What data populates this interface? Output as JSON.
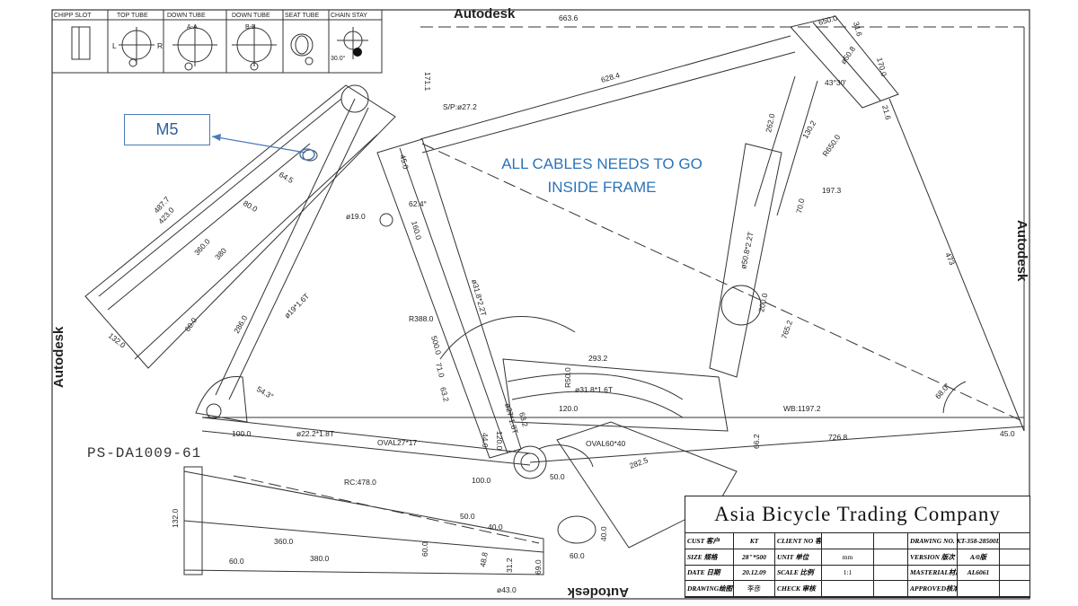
{
  "watermark": "Autodesk",
  "callout": {
    "label": "M5"
  },
  "note": {
    "line1": "ALL CABLES NEEDS TO GO",
    "line2": "INSIDE FRAME"
  },
  "part_number": "PS-DA1009-61",
  "header_sections": [
    "CHIPP SLOT",
    "TOP TUBE",
    "DOWN TUBE",
    "DOWN TUBE",
    "SEAT TUBE",
    "CHAIN STAY"
  ],
  "section_marks": {
    "a": "A-A",
    "b": "B-B",
    "l": "L",
    "r": "R",
    "ang30": "30.0°"
  },
  "dimensions": {
    "d663": "663.6",
    "d628": "628.4",
    "d171": "171.1",
    "sp": "S/P:ø27.2",
    "d4877": "487.7",
    "d423": "423.0",
    "d360": "360.0",
    "d380": "380",
    "d645": "64.5",
    "d800": "80.0",
    "d419": "ø19.0",
    "d624": "62.4°",
    "d160": "160.0",
    "d450": "45.0",
    "d19": "ø19*1.6T",
    "d286": "286.0",
    "d600": "60.0",
    "d1320": "132.0",
    "d543": "54.3°",
    "r388": "R388.0",
    "d500": "500.0",
    "d710": "71.0",
    "d632": "63.2",
    "d318": "ø31.8*2.2T",
    "d2932": "293.2",
    "r50": "R50.0",
    "d318b": "ø31.8*1.6T",
    "d1200": "120.0",
    "d1200b": "120.0",
    "d440": "44.0",
    "d274": "ø27*1.8T",
    "d632b": "63.2",
    "d222": "ø22.2*1.8T",
    "oval": "OVAL27*17",
    "d1000": "100.0",
    "d1000b": "100.0",
    "rc478": "RC:478.0",
    "d508": "ø50.8*2.2T",
    "d2620": "262.0",
    "d1302": "130.2",
    "r650": "R650.0",
    "d1973": "197.3",
    "d700": "70.0",
    "d2000": "200.0",
    "d7652": "765.2",
    "d473": "473",
    "d680": "68.0°",
    "wb": "WB:1197.2",
    "d7268": "726.8",
    "d452": "45.0",
    "d662": "66.2",
    "d2825": "282.5",
    "oval60": "OVAL60*40",
    "d500b": "50.0",
    "d600b": "60.0",
    "d400": "40.0",
    "d3600": "360.0",
    "d3800": "380.0",
    "d600c": "60.0",
    "d1320b": "132.0",
    "d5000": "50.0",
    "d4000": "40.0",
    "d690": "69.0",
    "d312": "31.2",
    "d488": "48.8",
    "d430": "ø43.0",
    "d600d": "60.0",
    "d1700": "170.0",
    "d216": "21.6",
    "d8500": "ø50.8",
    "d432": "43°30'",
    "d6500": "650.0",
    "d316": "31.6"
  },
  "title_block": {
    "company": "Asia Bicycle Trading Company",
    "rows": [
      [
        "CUST 客户",
        "KT",
        "CLIENT NO 客户图号",
        "",
        "",
        "DRAWING NO. 图号",
        "KT-358-28500L",
        ""
      ],
      [
        "SIZE 规格",
        "28\"*500",
        "UNIT 单位",
        "mm",
        "",
        "VERSION 版次",
        "A/0版",
        ""
      ],
      [
        "DATE 日期",
        "20.12.09",
        "SCALE 比例",
        "1:1",
        "",
        "MASTERIAL材质",
        "AL6061",
        ""
      ],
      [
        "DRAWING绘图",
        "李彦",
        "CHECK 审核",
        "",
        "",
        "APPROVED核准",
        "",
        ""
      ]
    ]
  }
}
